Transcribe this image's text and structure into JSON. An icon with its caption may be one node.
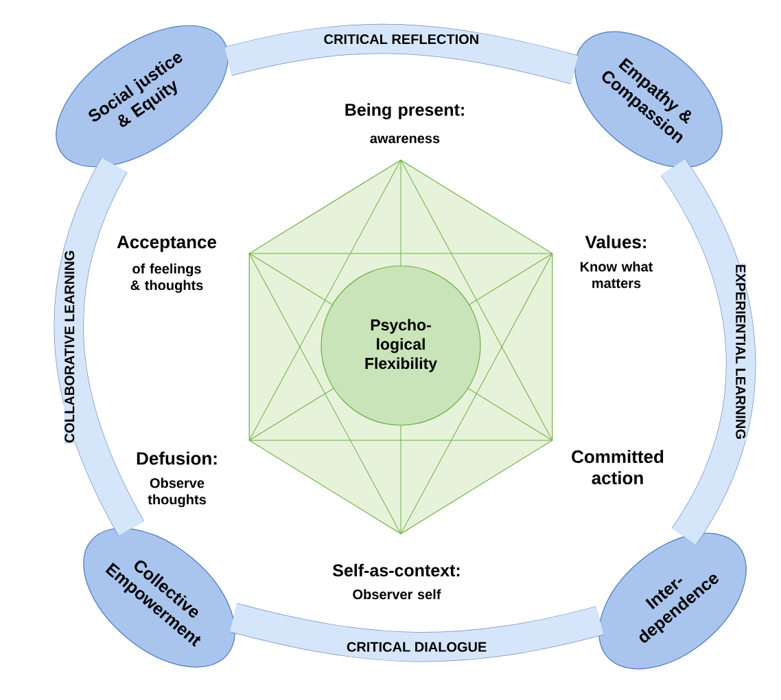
{
  "diagram": {
    "nodes": [
      {
        "text": [
          "Social justice & Equity"
        ]
      },
      {
        "text": [
          "Empathy & Compassion"
        ]
      },
      {
        "text": [],
        "shape": "hexagon"
      },
      {
        "text": [
          "Psycho- logical Flexibility"
        ],
        "in": 2
      },
      {
        "text": [
          "Collective Empowerment"
        ]
      },
      {
        "text": [
          "Inter- dependence"
        ]
      }
    ],
    "edges": [
      {
        "from": 0,
        "to": 1,
        "arrow": "none",
        "label": "CRITICAL REFLECTION"
      },
      {
        "from": 1,
        "to": 5,
        "arrow": "none",
        "label": "EXPERIENTIAL LEARNING"
      },
      {
        "from": 4,
        "to": 5,
        "arrow": "none",
        "label": "CRITICAL DIALOGUE"
      },
      {
        "from": 0,
        "to": 4,
        "arrow": "none",
        "label": "COLLABORATIVE LEARNING"
      }
    ],
    "labels": [
      "Being present:",
      "awareness",
      "Acceptance",
      "of feelings & thoughts",
      "Values:",
      "Know what matters",
      "Defusion:",
      "Observe thoughts",
      "Committed action",
      "Self-as-context:",
      "Observer self"
    ]
  }
}
